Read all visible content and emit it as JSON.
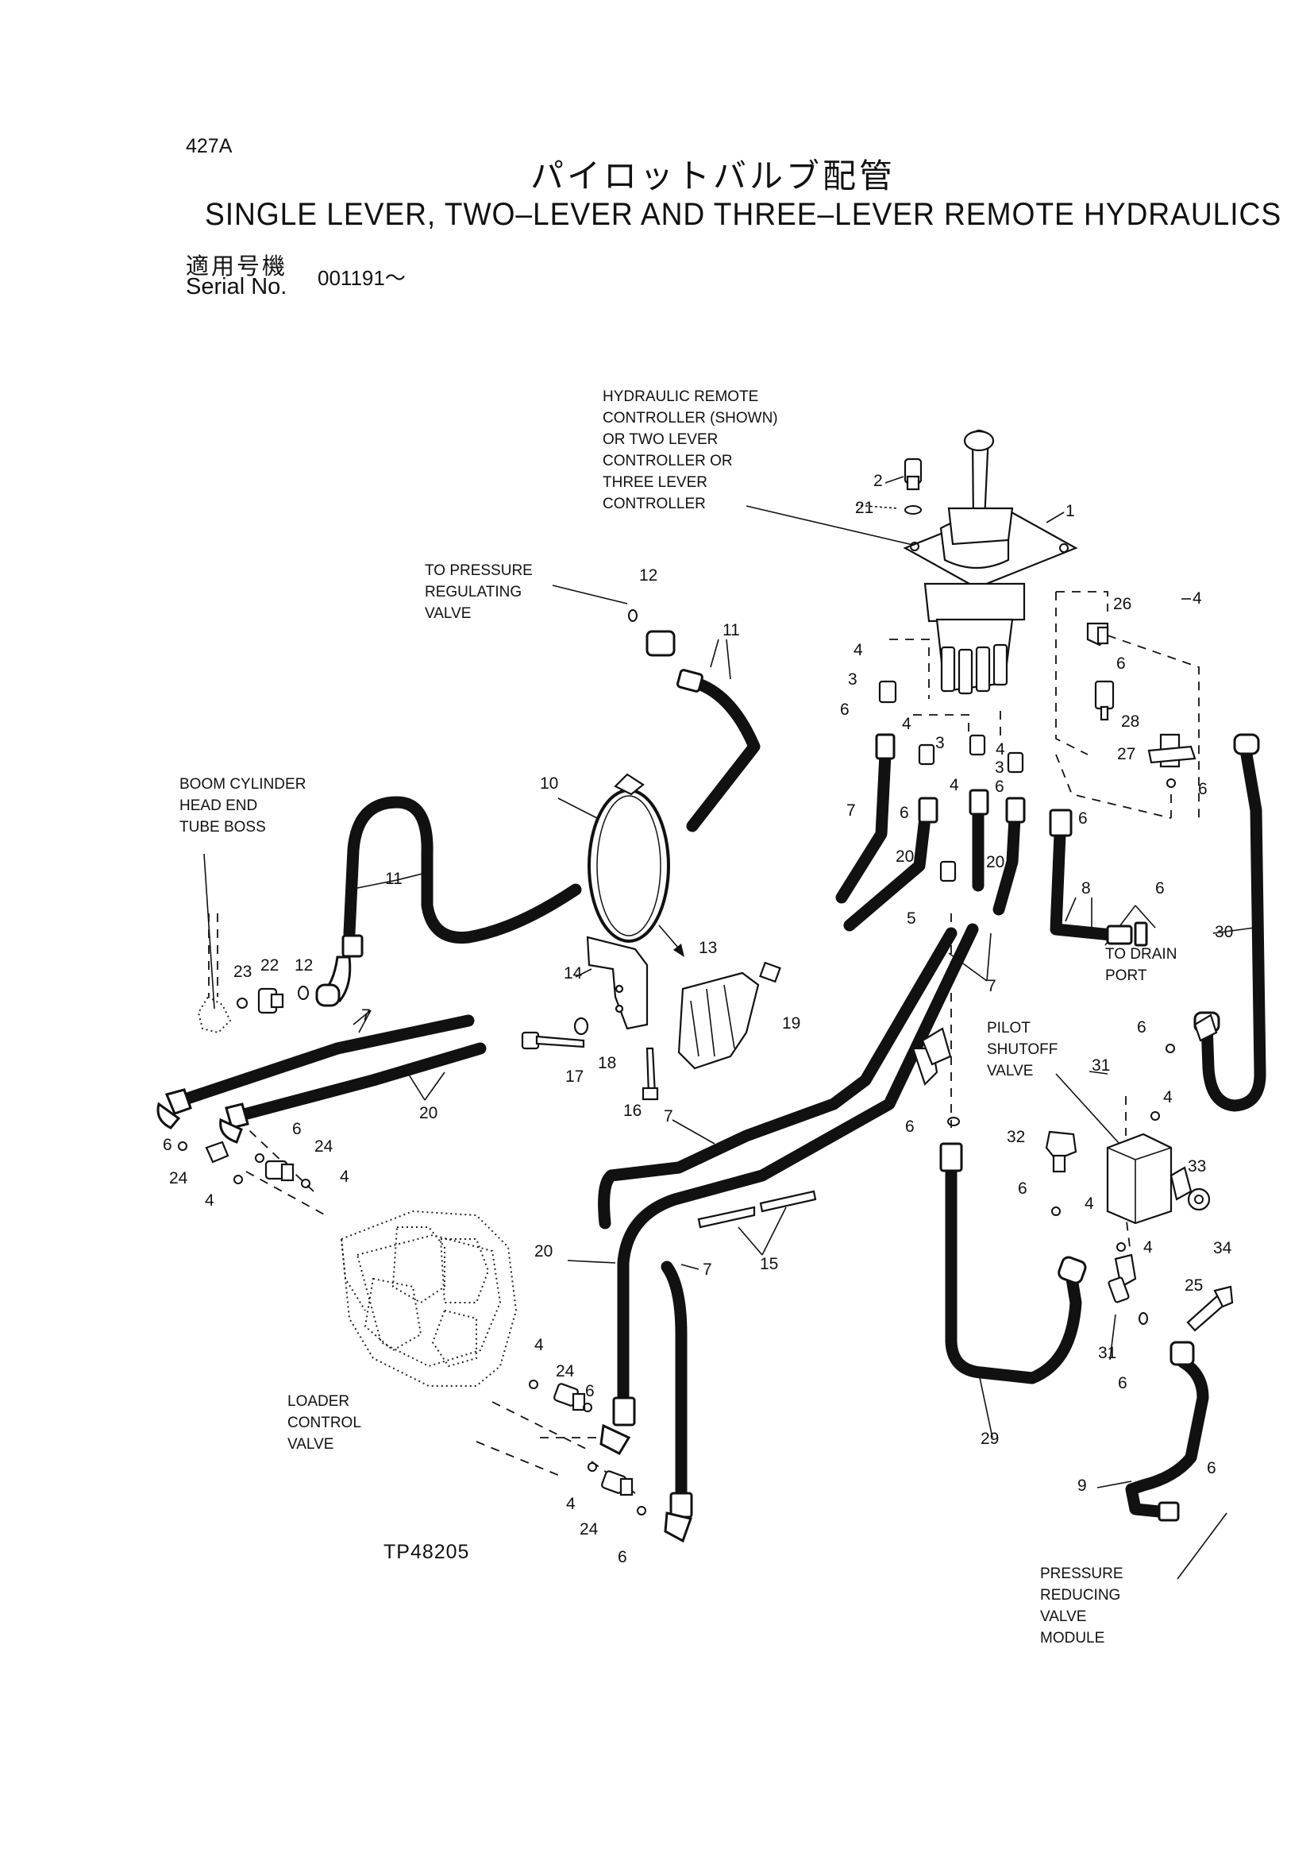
{
  "header": {
    "page_code": "427A",
    "title_jp": "パイロットバルブ配管",
    "title_en": "SINGLE LEVER, TWO–LEVER AND THREE–LEVER REMOTE HYDRAULICS",
    "serial_label_jp": "適用号機",
    "serial_label_en": "Serial No.",
    "serial_value": "001191～"
  },
  "callouts": {
    "remote_controller": [
      "HYDRAULIC REMOTE",
      "CONTROLLER (SHOWN)",
      "OR TWO LEVER",
      "CONTROLLER OR",
      "THREE LEVER",
      "CONTROLLER"
    ],
    "pressure_regulating": [
      "TO PRESSURE",
      "REGULATING",
      "VALVE"
    ],
    "boom_cylinder": [
      "BOOM CYLINDER",
      "HEAD END",
      "TUBE BOSS"
    ],
    "drain_port": [
      "TO DRAIN",
      "PORT"
    ],
    "pilot_shutoff": [
      "PILOT",
      "SHUTOFF",
      "VALVE"
    ],
    "loader_valve": [
      "LOADER",
      "CONTROL",
      "VALVE"
    ],
    "pressure_reducing": [
      "PRESSURE",
      "REDUCING",
      "VALVE",
      "MODULE"
    ]
  },
  "drawing_number": "TP48205",
  "part_numbers": {
    "p1": "1",
    "p2": "2",
    "p21": "21",
    "p4a": "4",
    "p26": "26",
    "p6a": "6",
    "p28": "28",
    "p27": "27",
    "p6b": "6",
    "p12a": "12",
    "p11a": "11",
    "p10": "10",
    "p11b": "11",
    "p4b": "4",
    "p3a": "3",
    "p6c": "6",
    "p4c": "4",
    "p3b": "3",
    "p4d": "4",
    "p3c": "3",
    "p6d": "6",
    "p4e": "4",
    "p6e": "6",
    "p6f": "6",
    "p7a": "7",
    "p20a": "20",
    "p20b": "20",
    "p5": "5",
    "p7b": "7",
    "p8": "8",
    "p6g": "6",
    "p30": "30",
    "p23": "23",
    "p22": "22",
    "p12b": "12",
    "p14": "14",
    "p13": "13",
    "p19": "19",
    "p17": "17",
    "p18": "18",
    "p16": "16",
    "p7c": "7",
    "p20c": "20",
    "p6h": "6",
    "p24a": "24",
    "p6i": "6",
    "p24b": "24",
    "p4f": "4",
    "p4g": "4",
    "p7d": "7",
    "p6j": "6",
    "p6k": "6",
    "p31a": "31",
    "p4h": "4",
    "p32": "32",
    "p33": "33",
    "p6l": "6",
    "p4i": "4",
    "p4j": "4",
    "p34": "34",
    "p15": "15",
    "p20d": "20",
    "p7e": "7",
    "p25": "25",
    "p31b": "31",
    "p6m": "6",
    "p29": "29",
    "p4k": "4",
    "p24c": "24",
    "p6n": "6",
    "p4l": "4",
    "p24d": "24",
    "p6o": "6",
    "p9": "9",
    "p6p": "6"
  }
}
